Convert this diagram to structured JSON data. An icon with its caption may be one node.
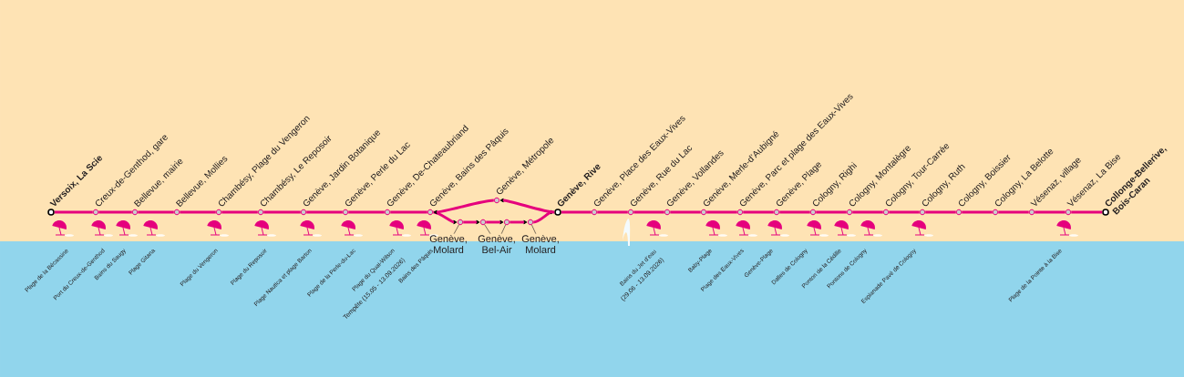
{
  "diagram": {
    "nodes": [
      {
        "text": [
          "Versoix, La Scie"
        ]
      },
      {
        "text": [
          "Creux-de-Genthod, gare"
        ]
      },
      {
        "text": [
          "Bellevue, mairie"
        ]
      },
      {
        "text": [
          "Bellevue, Mollies"
        ]
      },
      {
        "text": [
          "Chambésy, Plage du Vengeron"
        ]
      },
      {
        "text": [
          "Chambésy, Le Reposoir"
        ]
      },
      {
        "text": [
          "Genève, Jardin Botanique"
        ]
      },
      {
        "text": [
          "Genève, Perle du Lac"
        ]
      },
      {
        "text": [
          "Genève, De-Chateaubriand"
        ]
      },
      {
        "text": [
          "Genève, Bains des Pâquis"
        ]
      },
      {
        "text": [
          "Genève, Métropole"
        ]
      },
      {
        "text": [],
        "shape": "circle"
      },
      {
        "text": [],
        "shape": "circle"
      },
      {
        "text": [],
        "shape": "circle"
      },
      {
        "text": [],
        "shape": "circle"
      },
      {
        "text": [
          "Genève, Molard"
        ]
      },
      {
        "text": [
          "Genève, Bel-Air"
        ]
      },
      {
        "text": [
          "Genève, Molard"
        ]
      },
      {
        "text": [
          "Genève, Rive"
        ]
      },
      {
        "text": [
          "Genève, Place des Eaux-Vives"
        ]
      },
      {
        "text": [
          "Genève, Rue du Lac"
        ]
      },
      {
        "text": [
          "Genève, Vollandes"
        ]
      },
      {
        "text": [
          "Genève, Merle-d’Aubigné"
        ]
      },
      {
        "text": [
          "Genève, Parc et plage des Eaux-Vives"
        ]
      },
      {
        "text": [
          "Genève, Plage"
        ]
      },
      {
        "text": [
          "Cologny, Righi"
        ]
      },
      {
        "text": [
          "Cologny, Montalègre"
        ]
      },
      {
        "text": [
          "Cologny, Tour-Carrée"
        ]
      },
      {
        "text": [
          "Cologny, Ruth"
        ]
      },
      {
        "text": [
          "Cologny, Boissier"
        ]
      },
      {
        "text": [
          "Cologny, La Belotte"
        ]
      },
      {
        "text": [
          "Vésenaz, village"
        ]
      },
      {
        "text": [
          "Vésenaz, La Bise"
        ]
      },
      {
        "text": [
          "Collonge-Bellerive, Bois-Caran"
        ]
      }
    ],
    "edges": [
      {
        "from": 0,
        "to": 1,
        "arrow": "none"
      },
      {
        "from": 1,
        "to": 2,
        "arrow": "none"
      },
      {
        "from": 2,
        "to": 3,
        "arrow": "none"
      },
      {
        "from": 3,
        "to": 4,
        "arrow": "none"
      },
      {
        "from": 4,
        "to": 5,
        "arrow": "none"
      },
      {
        "from": 5,
        "to": 6,
        "arrow": "none"
      },
      {
        "from": 6,
        "to": 7,
        "arrow": "none"
      },
      {
        "from": 7,
        "to": 8,
        "arrow": "none"
      },
      {
        "from": 8,
        "to": 9,
        "arrow": "none"
      },
      {
        "from": 9,
        "to": 11,
        "arrow": "to"
      },
      {
        "from": 11,
        "to": 12,
        "arrow": "to"
      },
      {
        "from": 12,
        "to": 13,
        "arrow": "to"
      },
      {
        "from": 13,
        "to": 14,
        "arrow": "to"
      },
      {
        "from": 14,
        "to": 18,
        "arrow": "to"
      },
      {
        "from": 18,
        "to": 10,
        "arrow": "to"
      },
      {
        "from": 10,
        "to": 9,
        "arrow": "to"
      },
      {
        "from": 15,
        "to": 11,
        "arrow": "none",
        "color": "#231f20"
      },
      {
        "from": 16,
        "to": 12,
        "arrow": "none",
        "color": "#231f20"
      },
      {
        "from": 16,
        "to": 13,
        "arrow": "none",
        "color": "#231f20"
      },
      {
        "from": 17,
        "to": 14,
        "arrow": "none",
        "color": "#231f20"
      },
      {
        "from": 18,
        "to": 19,
        "arrow": "none"
      },
      {
        "from": 19,
        "to": 20,
        "arrow": "none"
      },
      {
        "from": 20,
        "to": 21,
        "arrow": "none"
      },
      {
        "from": 21,
        "to": 22,
        "arrow": "none"
      },
      {
        "from": 22,
        "to": 23,
        "arrow": "none"
      },
      {
        "from": 23,
        "to": 24,
        "arrow": "none"
      },
      {
        "from": 24,
        "to": 25,
        "arrow": "none"
      },
      {
        "from": 25,
        "to": 26,
        "arrow": "none"
      },
      {
        "from": 26,
        "to": 27,
        "arrow": "none"
      },
      {
        "from": 27,
        "to": 28,
        "arrow": "none"
      },
      {
        "from": 28,
        "to": 29,
        "arrow": "none"
      },
      {
        "from": 29,
        "to": 30,
        "arrow": "none"
      },
      {
        "from": 30,
        "to": 31,
        "arrow": "none"
      },
      {
        "from": 31,
        "to": 32,
        "arrow": "none"
      },
      {
        "from": 32,
        "to": 33,
        "arrow": "none"
      }
    ],
    "labels": [
      "Plage de la Bécassine",
      "Port du Creux-de-Genthod",
      "Bains du Saugy",
      "Plage Gitana",
      "Plage du Vengeron",
      "Plage du Reposoir",
      "Plage Nautica et plage Barton",
      "Plage de la Perle-du-Lac",
      "Plage du Quai-Wilson",
      "Tempête (15.05 - 13.09.2026)",
      "Bains des Pâquis",
      "Bains du Jet d’eau",
      "(29.06 - 13.09.2026)",
      "Baby-Plage",
      "Plage des Eaux-Vives",
      "Genève-Plage",
      "Dalles de Cologny",
      "Ponton de la Cédille",
      "Pontons de Cologny",
      "Esplanade Pavé de Cologny",
      "Plage de la Pointe à la Bise"
    ]
  }
}
